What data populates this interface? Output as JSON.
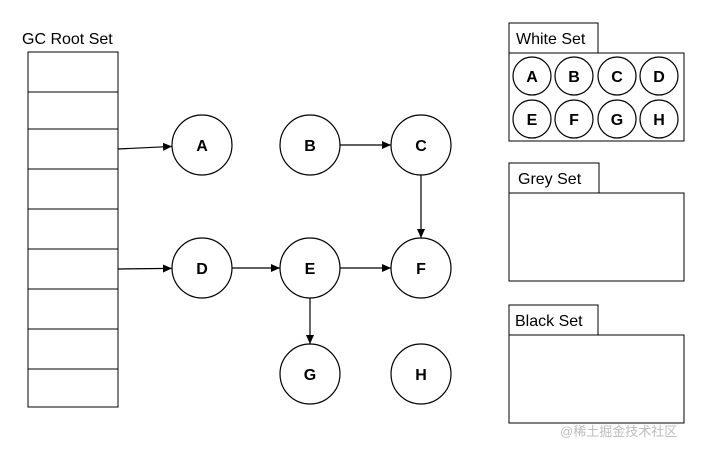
{
  "root_set": {
    "title": "GC Root Set",
    "cells": 9
  },
  "nodes": [
    {
      "id": "A",
      "label": "A"
    },
    {
      "id": "B",
      "label": "B"
    },
    {
      "id": "C",
      "label": "C"
    },
    {
      "id": "D",
      "label": "D"
    },
    {
      "id": "E",
      "label": "E"
    },
    {
      "id": "F",
      "label": "F"
    },
    {
      "id": "G",
      "label": "G"
    },
    {
      "id": "H",
      "label": "H"
    }
  ],
  "edges": [
    {
      "from": "root-cell-2",
      "to": "A"
    },
    {
      "from": "root-cell-5",
      "to": "D"
    },
    {
      "from": "B",
      "to": "C"
    },
    {
      "from": "C",
      "to": "F"
    },
    {
      "from": "D",
      "to": "E"
    },
    {
      "from": "E",
      "to": "F"
    },
    {
      "from": "E",
      "to": "G"
    }
  ],
  "sets": {
    "white": {
      "title": "White Set",
      "members": [
        "A",
        "B",
        "C",
        "D",
        "E",
        "F",
        "G",
        "H"
      ]
    },
    "grey": {
      "title": "Grey Set",
      "members": []
    },
    "black": {
      "title": "Black Set",
      "members": []
    }
  },
  "watermark": "@稀土掘金技术社区",
  "colors": {
    "stroke": "#000000",
    "fill": "#ffffff",
    "watermark": "#bdbdbd"
  }
}
